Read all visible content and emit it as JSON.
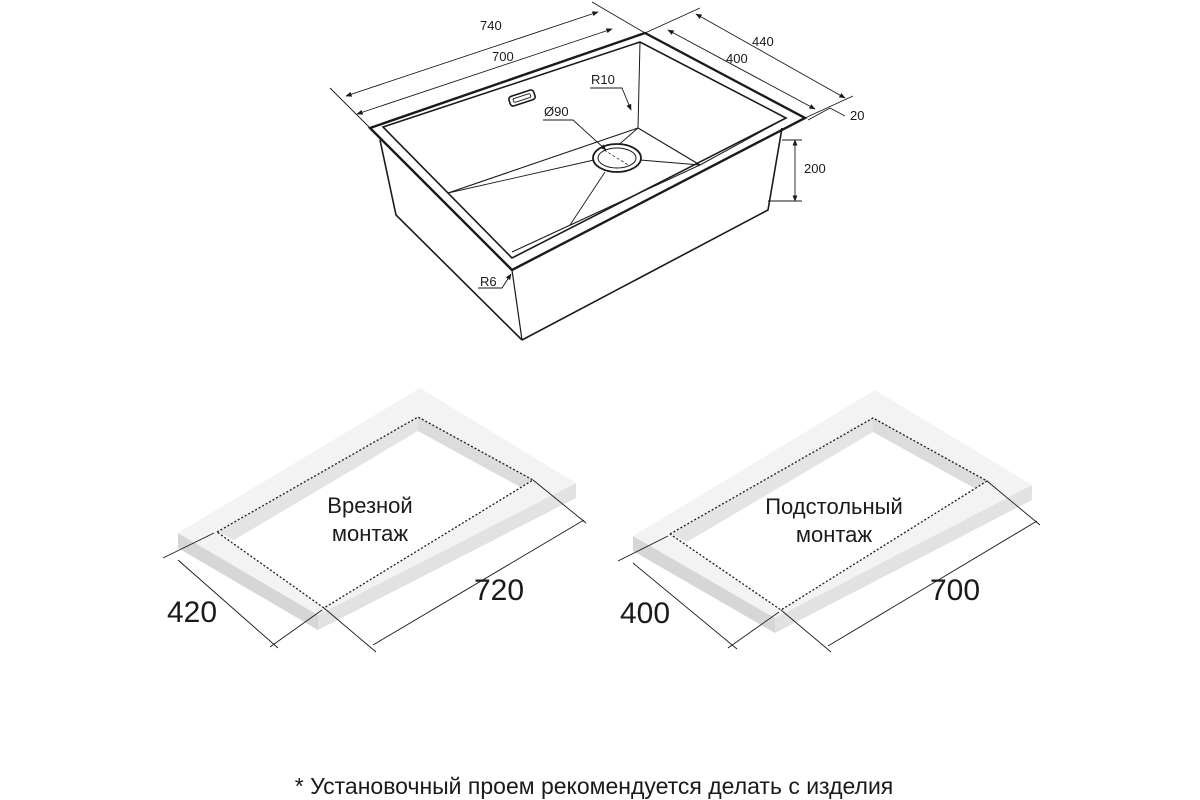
{
  "sink": {
    "dims": {
      "outer_length": "740",
      "inner_length": "700",
      "outer_width": "440",
      "inner_width": "400",
      "flange": "20",
      "depth": "200",
      "corner_radius_inner": "R10",
      "corner_radius_outer": "R6",
      "drain_diameter": "Ø90"
    }
  },
  "cutouts": {
    "inset": {
      "label_line1": "Врезной",
      "label_line2": "монтаж",
      "width": "420",
      "length": "720"
    },
    "undermount": {
      "label_line1": "Подстольный",
      "label_line2": "монтаж",
      "width": "400",
      "length": "700"
    }
  },
  "footnote": "* Установочный проем рекомендуется делать с изделия",
  "colors": {
    "line": "#1a1a1a",
    "slab_top": "#f3f3f3",
    "slab_edge": "#e2e2e2",
    "slab_side": "#d6d6d6"
  }
}
